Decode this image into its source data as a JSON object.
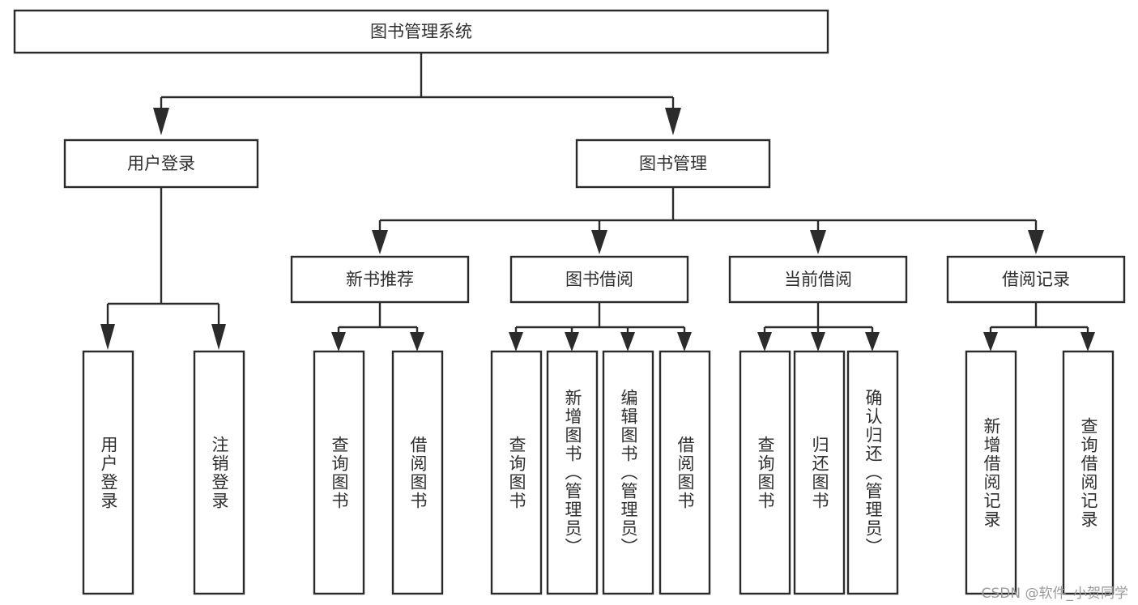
{
  "diagram": {
    "type": "tree",
    "title": "图书管理系统",
    "watermark": "CSDN @软件_小贺同学",
    "root": {
      "id": "root",
      "label": "图书管理系统",
      "orientation": "horizontal"
    },
    "level2": [
      {
        "id": "user-login",
        "label": "用户登录",
        "orientation": "horizontal"
      },
      {
        "id": "book-manage",
        "label": "图书管理",
        "orientation": "horizontal"
      }
    ],
    "level3": [
      {
        "id": "new-book-recommend",
        "label": "新书推荐",
        "parent": "book-manage",
        "orientation": "horizontal"
      },
      {
        "id": "book-borrow",
        "label": "图书借阅",
        "parent": "book-manage",
        "orientation": "horizontal"
      },
      {
        "id": "current-borrow",
        "label": "当前借阅",
        "parent": "book-manage",
        "orientation": "horizontal"
      },
      {
        "id": "borrow-record",
        "label": "借阅记录",
        "parent": "book-manage",
        "orientation": "horizontal"
      }
    ],
    "leaves": [
      {
        "id": "leaf-user-login",
        "label": "用户登录",
        "parent": "user-login",
        "orientation": "vertical"
      },
      {
        "id": "leaf-logout-login",
        "label": "注销登录",
        "parent": "user-login",
        "orientation": "vertical"
      },
      {
        "id": "leaf-query-book-1",
        "label": "查询图书",
        "parent": "new-book-recommend",
        "orientation": "vertical"
      },
      {
        "id": "leaf-borrow-book-1",
        "label": "借阅图书",
        "parent": "new-book-recommend",
        "orientation": "vertical"
      },
      {
        "id": "leaf-query-book-2",
        "label": "查询图书",
        "parent": "book-borrow",
        "orientation": "vertical"
      },
      {
        "id": "leaf-add-book",
        "label": "新增图书（管理员）",
        "parent": "book-borrow",
        "orientation": "vertical"
      },
      {
        "id": "leaf-edit-book",
        "label": "编辑图书（管理员）",
        "parent": "book-borrow",
        "orientation": "vertical"
      },
      {
        "id": "leaf-borrow-book-2",
        "label": "借阅图书",
        "parent": "book-borrow",
        "orientation": "vertical"
      },
      {
        "id": "leaf-query-book-3",
        "label": "查询图书",
        "parent": "current-borrow",
        "orientation": "vertical"
      },
      {
        "id": "leaf-return-book",
        "label": "归还图书",
        "parent": "current-borrow",
        "orientation": "vertical"
      },
      {
        "id": "leaf-confirm-return",
        "label": "确认归还（管理员）",
        "parent": "current-borrow",
        "orientation": "vertical"
      },
      {
        "id": "leaf-add-record",
        "label": "新增借阅记录",
        "parent": "borrow-record",
        "orientation": "vertical"
      },
      {
        "id": "leaf-query-record",
        "label": "查询借阅记录",
        "parent": "borrow-record",
        "orientation": "vertical"
      }
    ],
    "colors": {
      "stroke": "#2b2b2b",
      "fill": "#ffffff",
      "text": "#2f2f2f",
      "watermark": "#9a9a9a",
      "background": "#ffffff"
    }
  }
}
